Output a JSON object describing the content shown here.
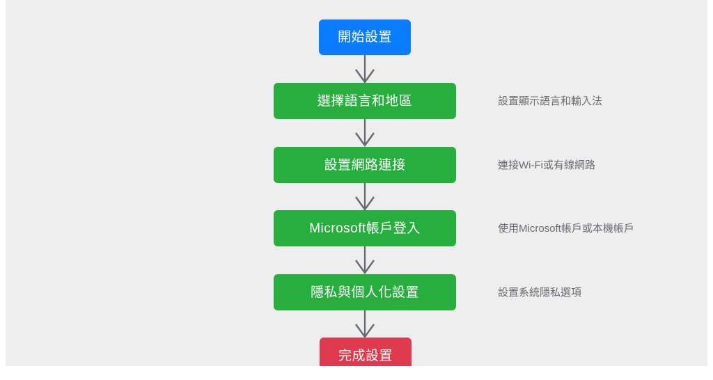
{
  "canvas": {
    "background_color": "#eeeeee",
    "page_background_color": "#ffffff"
  },
  "colors": {
    "start_node": "#0a7cff",
    "step_node": "#27ae3f",
    "end_node": "#e03a4e",
    "connector": "#66666e",
    "description_text": "#6b6b73",
    "node_text": "#ffffff"
  },
  "chart_data": {
    "type": "diagram",
    "diagram_type": "flowchart",
    "direction": "top-to-bottom",
    "title": "",
    "nodes": [
      {
        "id": "start",
        "label": "開始設置",
        "kind": "start",
        "color": "#0a7cff",
        "description": ""
      },
      {
        "id": "language",
        "label": "選擇語言和地區",
        "kind": "step",
        "color": "#27ae3f",
        "description": "設置顯示語言和輸入法"
      },
      {
        "id": "network",
        "label": "設置網路連接",
        "kind": "step",
        "color": "#27ae3f",
        "description": "連接Wi-Fi或有線網路"
      },
      {
        "id": "account",
        "label": "Microsoft帳戶登入",
        "kind": "step",
        "color": "#27ae3f",
        "description": "使用Microsoft帳戶或本機帳戶"
      },
      {
        "id": "privacy",
        "label": "隱私與個人化設置",
        "kind": "step",
        "color": "#27ae3f",
        "description": "設置系統隱私選項"
      },
      {
        "id": "finish",
        "label": "完成設置",
        "kind": "end",
        "color": "#e03a4e",
        "description": ""
      }
    ],
    "edges": [
      {
        "from": "start",
        "to": "language",
        "label": ""
      },
      {
        "from": "language",
        "to": "network",
        "label": ""
      },
      {
        "from": "network",
        "to": "account",
        "label": ""
      },
      {
        "from": "account",
        "to": "privacy",
        "label": ""
      },
      {
        "from": "privacy",
        "to": "finish",
        "label": ""
      }
    ]
  },
  "nodes": {
    "start": {
      "label": "開始設置"
    },
    "language": {
      "label": "選擇語言和地區",
      "description": "設置顯示語言和輸入法"
    },
    "network": {
      "label": "設置網路連接",
      "description": "連接Wi-Fi或有線網路"
    },
    "account": {
      "label": "Microsoft帳戶登入",
      "description": "使用Microsoft帳戶或本機帳戶"
    },
    "privacy": {
      "label": "隱私與個人化設置",
      "description": "設置系統隱私選項"
    },
    "finish": {
      "label": "完成設置"
    }
  }
}
